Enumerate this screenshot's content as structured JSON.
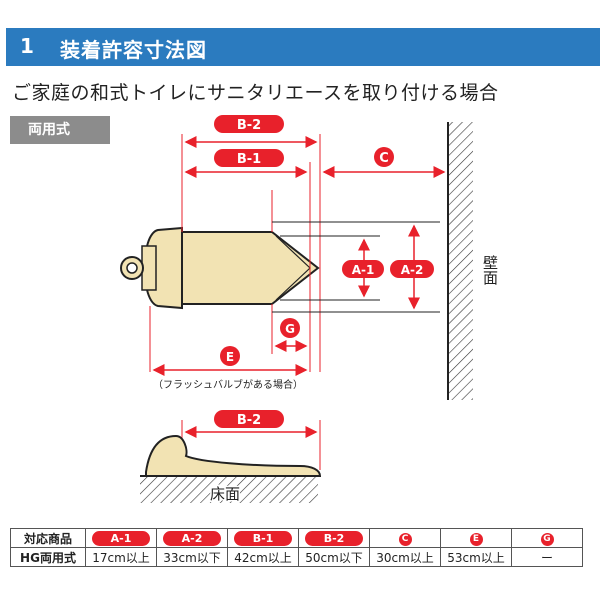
{
  "header": {
    "number": "1",
    "title": "装着許容寸法図"
  },
  "subtitle": "ご家庭の和式トイレにサニタリエースを取り付ける場合",
  "type_tag": "両用式",
  "diagram": {
    "label_b2_top": "B-2",
    "label_b1": "B-1",
    "label_c": "C",
    "label_a1": "A-1",
    "label_a2": "A-2",
    "label_g": "G",
    "label_e": "E",
    "flush_note": "（フラッシュバルブがある場合）",
    "wall_label": "壁面",
    "label_b2_bottom": "B-2",
    "floor_label": "床面",
    "colors": {
      "accent": "#e8212b",
      "toilet_fill": "#f2e3b3",
      "header_bg": "#2b7bbf"
    }
  },
  "table": {
    "header": [
      "対応商品",
      "A-1",
      "A-2",
      "B-1",
      "B-2",
      "C",
      "E",
      "G"
    ],
    "rows": [
      [
        "HG両用式",
        "17cm以上",
        "33cm以下",
        "42cm以上",
        "50cm以下",
        "30cm以上",
        "53cm以上",
        "ー"
      ]
    ]
  }
}
